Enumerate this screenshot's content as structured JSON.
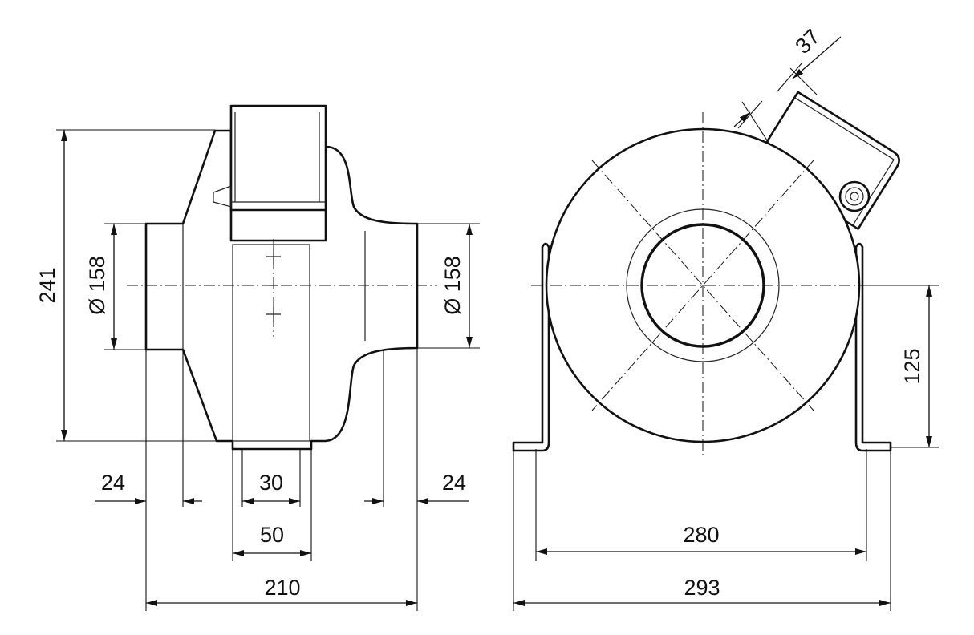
{
  "dimensions": {
    "height_overall": "241",
    "inlet_diameter_left": "Ø 158",
    "outlet_diameter_right": "Ø 158",
    "spigot_left": "24",
    "spigot_right": "24",
    "bracket_width_inner": "30",
    "bracket_width_outer": "50",
    "length_overall": "210",
    "terminal_box_depth": "37",
    "axis_height": "125",
    "foot_span_inner": "280",
    "foot_span_outer": "293"
  }
}
